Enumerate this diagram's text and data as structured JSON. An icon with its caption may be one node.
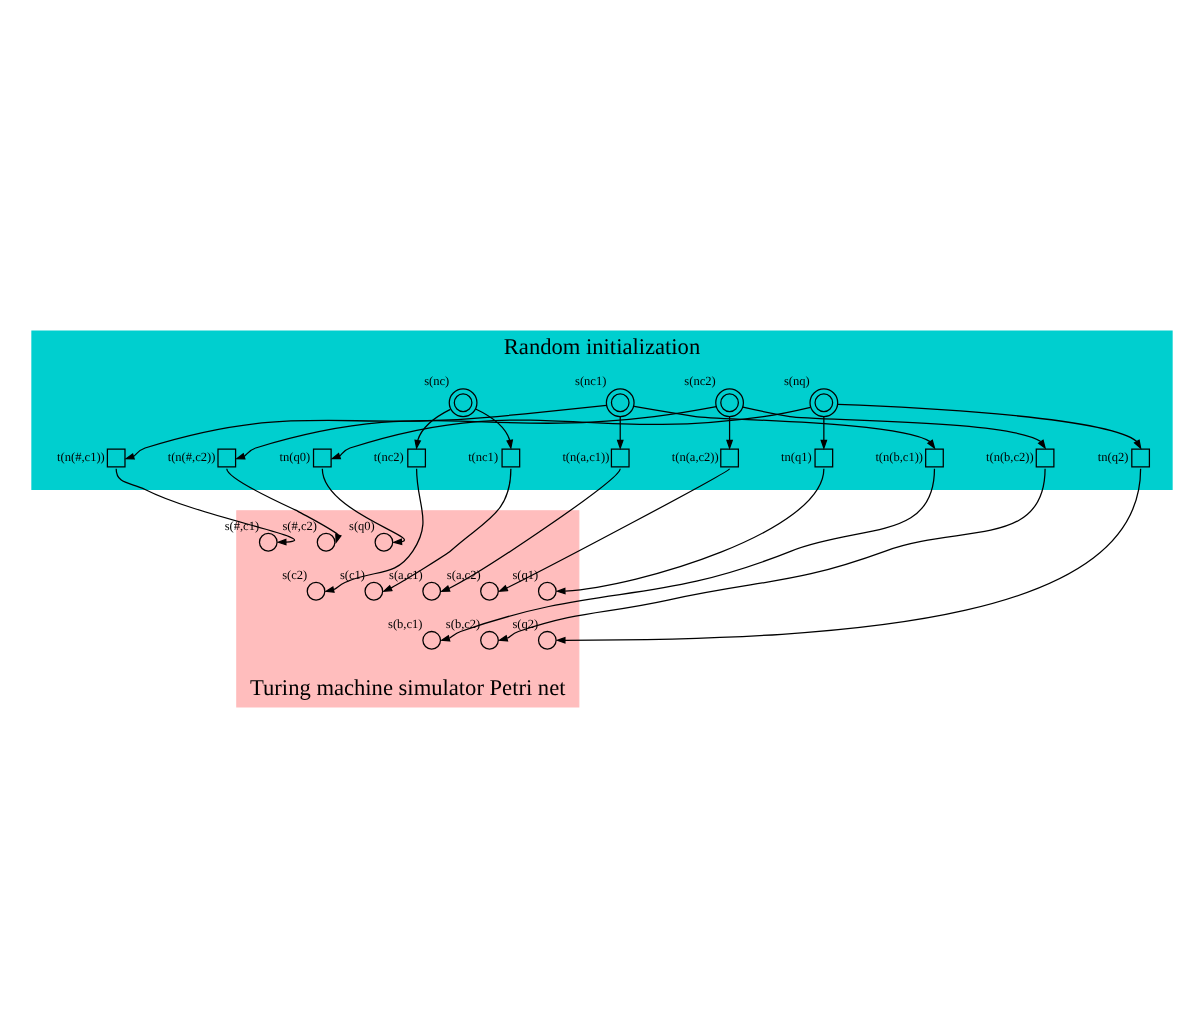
{
  "diagram": {
    "nodes": [
      {
        "text": [
          "Random initialization"
        ]
      },
      {
        "text": [],
        "shape": "circle",
        "beside": [
          "s(nc)"
        ],
        "in": 0
      },
      {
        "text": [],
        "shape": "box",
        "beside": [
          "t(nc1)"
        ],
        "in": 0
      },
      {
        "text": [],
        "shape": "box",
        "beside": [
          "t(nc2)"
        ],
        "in": 0
      },
      {
        "text": [],
        "shape": "circle",
        "beside": [
          "s(nq)"
        ],
        "in": 0
      },
      {
        "text": [],
        "shape": "box",
        "beside": [
          "tn(q0)"
        ],
        "in": 0
      },
      {
        "text": [],
        "shape": "box",
        "beside": [
          "tn(q1)"
        ],
        "in": 0
      },
      {
        "text": [],
        "shape": "box",
        "beside": [
          "tn(q2)"
        ],
        "in": 0
      },
      {
        "text": [],
        "shape": "circle",
        "beside": [
          "s(nc1)"
        ],
        "in": 0
      },
      {
        "text": [],
        "shape": "box",
        "beside": [
          "t(n(#,c1))"
        ],
        "in": 0
      },
      {
        "text": [],
        "shape": "box",
        "beside": [
          "t(n(a,c1))"
        ],
        "in": 0
      },
      {
        "text": [],
        "shape": "box",
        "beside": [
          "t(n(b,c1))"
        ],
        "in": 0
      },
      {
        "text": [],
        "shape": "circle",
        "beside": [
          "s(nc2)"
        ],
        "in": 0
      },
      {
        "text": [],
        "shape": "box",
        "beside": [
          "t(n(#,c2))"
        ],
        "in": 0
      },
      {
        "text": [],
        "shape": "box",
        "beside": [
          "t(n(a,c2))"
        ],
        "in": 0
      },
      {
        "text": [],
        "shape": "box",
        "beside": [
          "t(n(b,c2))"
        ],
        "in": 0
      },
      {
        "text": [
          "Turing machine simulator Petri net"
        ]
      },
      {
        "text": [],
        "shape": "circle",
        "beside": [
          "s(q0)"
        ],
        "in": 16
      },
      {
        "text": [],
        "shape": "circle",
        "beside": [
          "s(q1)"
        ],
        "in": 16
      },
      {
        "text": [],
        "shape": "circle",
        "beside": [
          "s(q2)"
        ],
        "in": 16
      },
      {
        "text": [],
        "shape": "circle",
        "beside": [
          "s(c1)"
        ],
        "in": 16
      },
      {
        "text": [],
        "shape": "circle",
        "beside": [
          "s(#,c1)"
        ],
        "in": 16
      },
      {
        "text": [],
        "shape": "circle",
        "beside": [
          "s(a,c1)"
        ],
        "in": 16
      },
      {
        "text": [],
        "shape": "circle",
        "beside": [
          "s(b,c1)"
        ],
        "in": 16
      },
      {
        "text": [],
        "shape": "circle",
        "beside": [
          "s(c2)"
        ],
        "in": 16
      },
      {
        "text": [],
        "shape": "circle",
        "beside": [
          "s(#,c2)"
        ],
        "in": 16
      },
      {
        "text": [],
        "shape": "circle",
        "beside": [
          "s(a,c2)"
        ],
        "in": 16
      },
      {
        "text": [],
        "shape": "circle",
        "beside": [
          "s(b,c2)"
        ],
        "in": 16
      }
    ],
    "edges": [
      {
        "from": 1,
        "to": 2,
        "arrow": "to"
      },
      {
        "from": 1,
        "to": 3,
        "arrow": "to"
      },
      {
        "from": 4,
        "to": 5,
        "arrow": "to"
      },
      {
        "from": 4,
        "to": 6,
        "arrow": "to"
      },
      {
        "from": 4,
        "to": 7,
        "arrow": "to"
      },
      {
        "from": 5,
        "to": 17,
        "arrow": "to"
      },
      {
        "from": 6,
        "to": 18,
        "arrow": "to"
      },
      {
        "from": 7,
        "to": 19,
        "arrow": "to"
      },
      {
        "from": 2,
        "to": 20,
        "arrow": "to"
      },
      {
        "from": 3,
        "to": 24,
        "arrow": "to"
      },
      {
        "from": 8,
        "to": 9,
        "arrow": "to"
      },
      {
        "from": 8,
        "to": 10,
        "arrow": "to"
      },
      {
        "from": 8,
        "to": 11,
        "arrow": "to"
      },
      {
        "from": 9,
        "to": 21,
        "arrow": "to"
      },
      {
        "from": 10,
        "to": 22,
        "arrow": "to"
      },
      {
        "from": 11,
        "to": 23,
        "arrow": "to"
      },
      {
        "from": 12,
        "to": 13,
        "arrow": "to"
      },
      {
        "from": 12,
        "to": 14,
        "arrow": "to"
      },
      {
        "from": 12,
        "to": 15,
        "arrow": "to"
      },
      {
        "from": 13,
        "to": 25,
        "arrow": "to"
      },
      {
        "from": 14,
        "to": 26,
        "arrow": "to"
      },
      {
        "from": 15,
        "to": 27,
        "arrow": "to"
      }
    ]
  }
}
